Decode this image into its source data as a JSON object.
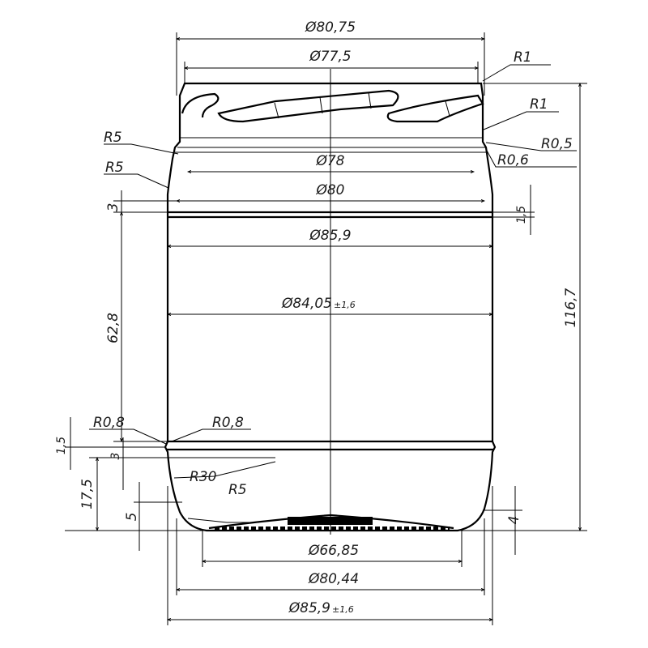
{
  "drawing": {
    "title": "Jar technical drawing",
    "diameters": {
      "top_outer": "Ø80,75",
      "top_inner": "Ø77,5",
      "thread_root": "Ø78",
      "neck": "Ø80",
      "shoulder": "Ø85,9",
      "body": "Ø84,05",
      "body_tol": "±1,6",
      "base_inner": "Ø66,85",
      "base_contact": "Ø80,44",
      "base_outer": "Ø85,9",
      "base_outer_tol": "±1,6"
    },
    "lengths": {
      "total_height": "116,7",
      "body_height": "62,8",
      "neck_gap": "3",
      "neck_bead": "1,5",
      "lower_bead": "1,5",
      "lower_gap": "3",
      "base_height": "17,5",
      "base_radius_height": "5",
      "push_up": "4"
    },
    "radii": {
      "lip_top": "R1",
      "lip_lower": "R1",
      "finish_a": "R0,5",
      "finish_b": "R0,6",
      "shoulder_top": "R5",
      "shoulder_bottom": "R5",
      "bead_left": "R0,8",
      "bead_right": "R0,8",
      "heel": "R30",
      "base_corner": "R5"
    }
  }
}
